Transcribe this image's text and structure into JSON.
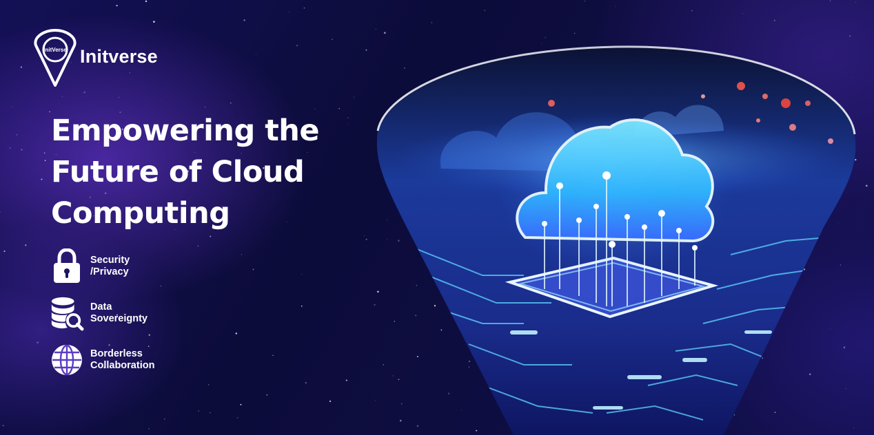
{
  "brand": {
    "name": "Initverse",
    "logo_text": "InitVerse"
  },
  "headline": {
    "line1": "Empowering the",
    "line2": "Future of Cloud",
    "line3": "Computing"
  },
  "features": [
    {
      "icon": "lock-icon",
      "label": "Security\n/Privacy"
    },
    {
      "icon": "database-search-icon",
      "label": "Data\nSovereignty"
    },
    {
      "icon": "globe-icon",
      "label": "Borderless\nCollaboration"
    }
  ],
  "colors": {
    "background": "#0c0c3a",
    "accent_purple": "#7c3aed",
    "accent_cyan": "#38bdf8",
    "text": "#ffffff"
  }
}
